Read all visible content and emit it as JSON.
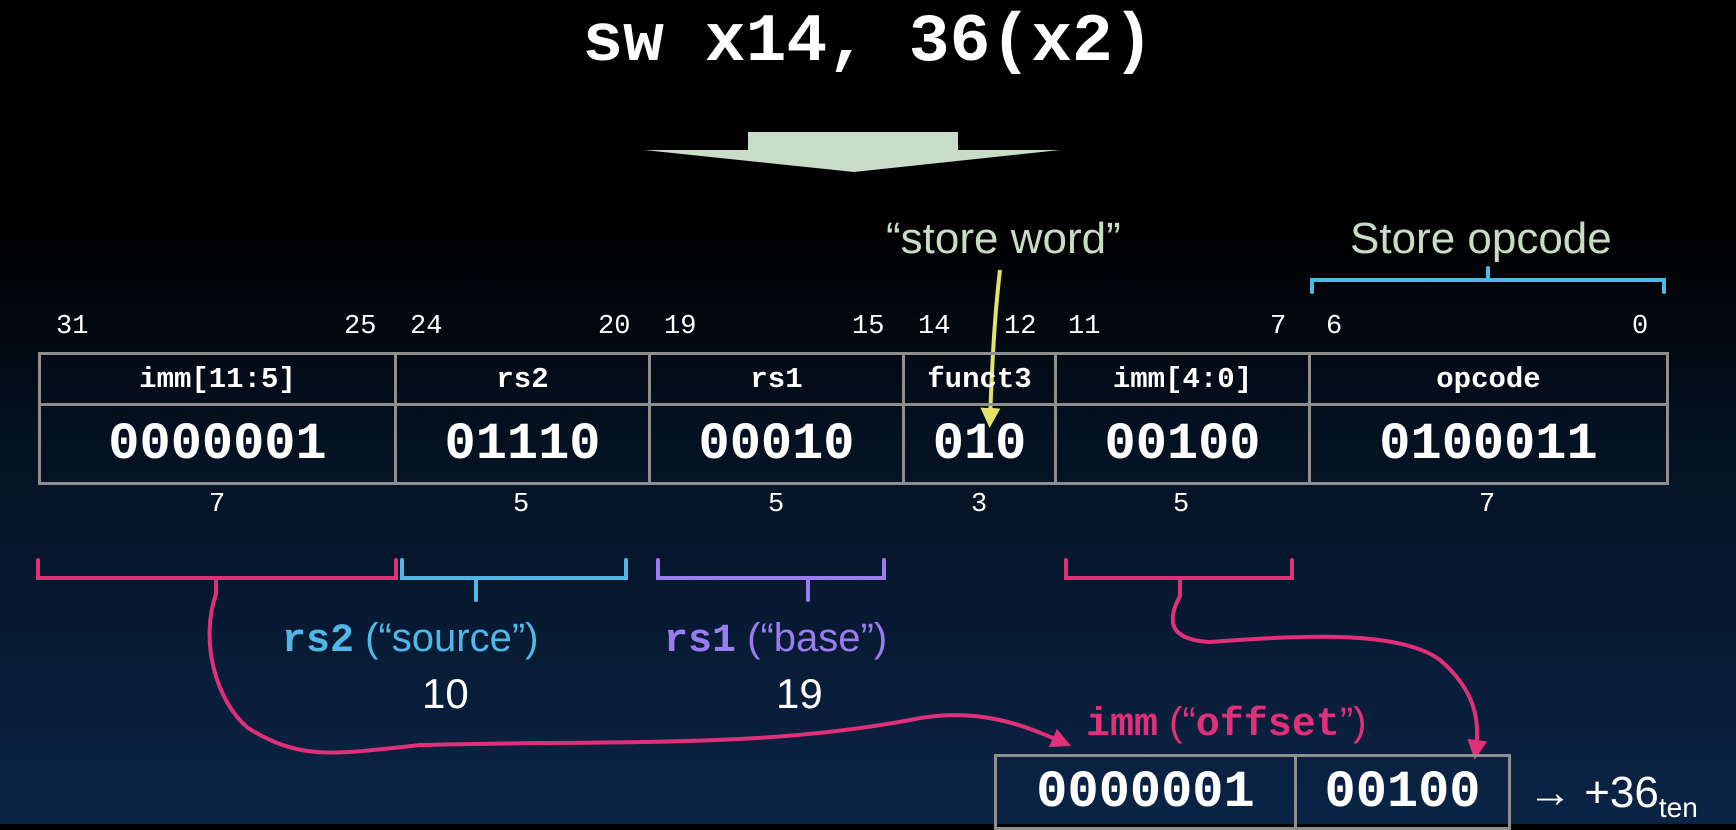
{
  "instruction": "sw x14, 36(x2)",
  "annotations": {
    "store_word": "“store word”",
    "store_opcode": "Store opcode"
  },
  "fields": [
    {
      "name": "imm[11:5]",
      "value": "0000001",
      "bit_hi": "31",
      "bit_lo": "25",
      "width": "7"
    },
    {
      "name": "rs2",
      "value": "01110",
      "bit_hi": "24",
      "bit_lo": "20",
      "width": "5"
    },
    {
      "name": "rs1",
      "value": "00010",
      "bit_hi": "19",
      "bit_lo": "15",
      "width": "5"
    },
    {
      "name": "funct3",
      "value": "010",
      "bit_hi": "14",
      "bit_lo": "12",
      "width": "3"
    },
    {
      "name": "imm[4:0]",
      "value": "00100",
      "bit_hi": "11",
      "bit_lo": "7",
      "width": "5"
    },
    {
      "name": "opcode",
      "value": "0100011",
      "bit_hi": "6",
      "bit_lo": "0",
      "width": "7"
    }
  ],
  "labels": {
    "rs2_mono": "rs2",
    "rs2_desc": " (“source”)",
    "rs2_reg": "10",
    "rs1_mono": "rs1",
    "rs1_desc": " (“base”)",
    "rs1_reg": "19",
    "imm_mono": "imm",
    "imm_desc": " (“",
    "imm_mono2": "offset",
    "imm_desc2": "”)"
  },
  "immediate": {
    "high": "0000001",
    "low": "00100",
    "arrow": "→",
    "result": "+36",
    "result_sub": "ten"
  },
  "colors": {
    "arrow_fill": "#c9dcc7",
    "store_word_arrow": "#e3e36a",
    "cyan": "#4fb8e6",
    "purple": "#9b7cf0",
    "magenta": "#e0307a",
    "border": "#8e8e8e"
  }
}
